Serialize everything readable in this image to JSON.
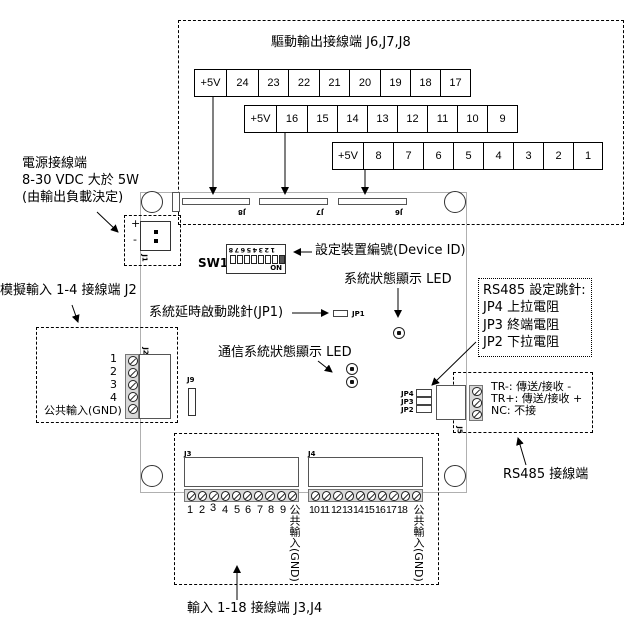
{
  "diagram": {
    "output_section": {
      "title": "驅動輸出接線端 J6,J7,J8",
      "rows": [
        {
          "connector": "J8",
          "pins": [
            "+5V",
            "24",
            "23",
            "22",
            "21",
            "20",
            "19",
            "18",
            "17"
          ]
        },
        {
          "connector": "J7",
          "pins": [
            "+5V",
            "16",
            "15",
            "14",
            "13",
            "12",
            "11",
            "10",
            "9"
          ]
        },
        {
          "connector": "J6",
          "pins": [
            "+5V",
            "8",
            "7",
            "6",
            "5",
            "4",
            "3",
            "2",
            "1"
          ]
        }
      ]
    },
    "power": {
      "line1": "電源接線端",
      "line2": "8-30 VDC 大於 5W",
      "line3": "(由輸出負載決定)",
      "connector": "J1",
      "plus": "+",
      "minus": "-"
    },
    "device_id": {
      "switch_label": "SW1",
      "switch_numbers": "1 2 3 4 5 6 7 8",
      "on_label": "ON",
      "description": "設定裝置編號(Device ID)"
    },
    "system_led": {
      "label": "系統狀態顯示 LED"
    },
    "delay_jumper": {
      "label": "系統延時啟動跳針(JP1)",
      "jumper": "JP1"
    },
    "comm_led": {
      "label": "通信系統狀態顯示 LED"
    },
    "analog_input": {
      "title": "模擬輸入 1-4 接線端 J2",
      "connector": "J2",
      "pins": [
        "1",
        "2",
        "3",
        "4",
        "公共輸入(GND)"
      ]
    },
    "j9": {
      "label": "J9"
    },
    "rs485_jumpers": {
      "title": "RS485 設定跳針:",
      "items": [
        "JP4 上拉電阻",
        "JP3 終端電阻",
        "JP2 下拉電阻"
      ],
      "jumper_labels": [
        "JP4",
        "JP3",
        "JP2"
      ]
    },
    "rs485_terminal": {
      "connector": "J5",
      "pins": [
        "TR-:  傳送/接收  -",
        "TR+:  傳送/接收  +",
        "NC:  不接"
      ],
      "caption": "RS485 接線端"
    },
    "digital_input": {
      "caption": "輸入 1-18 接線端 J3,J4",
      "j3": {
        "label": "J3",
        "pins": [
          "1",
          "2",
          "3",
          "4",
          "5",
          "6",
          "7",
          "8",
          "9"
        ]
      },
      "j4": {
        "label": "J4",
        "pins": [
          "10",
          "11",
          "12",
          "13",
          "14",
          "15",
          "16",
          "17",
          "18"
        ]
      },
      "gnd_label": "公共輸入(GND)"
    }
  }
}
